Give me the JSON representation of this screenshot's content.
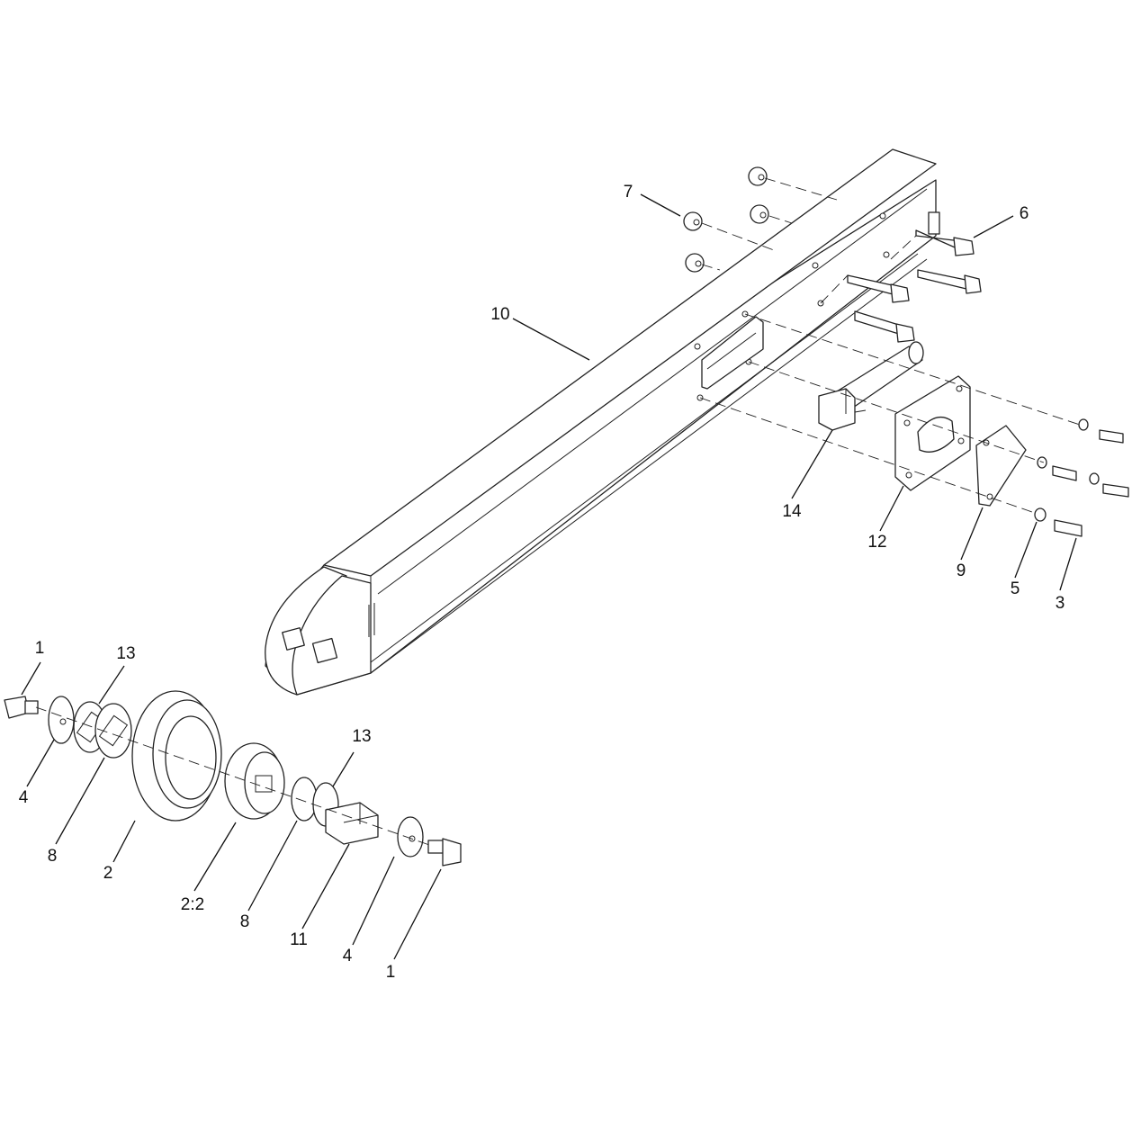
{
  "callouts": {
    "c1_left": "1",
    "c13_left": "13",
    "c4_left": "4",
    "c8_left": "8",
    "c2": "2",
    "c2_2": "2:2",
    "c13_right": "13",
    "c8_right": "8",
    "c11": "11",
    "c4_right": "4",
    "c1_right": "1",
    "c7": "7",
    "c6": "6",
    "c10": "10",
    "c14": "14",
    "c12": "12",
    "c9": "9",
    "c5": "5",
    "c3": "3"
  }
}
